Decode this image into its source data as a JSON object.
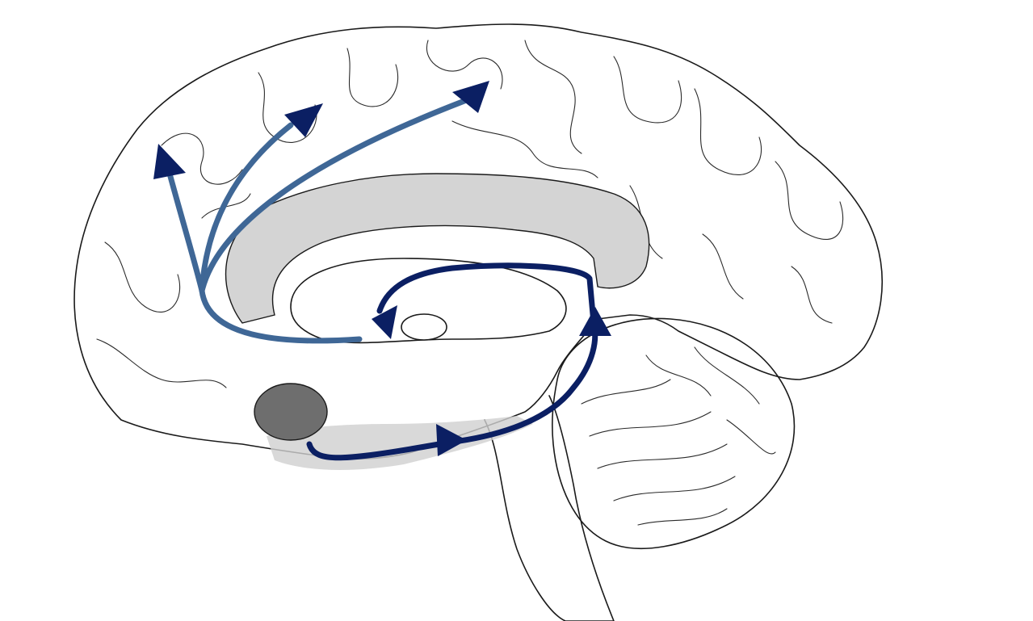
{
  "colors": {
    "background": "#ffffff",
    "outline": "#1a1a1a",
    "corpus_callosum_fill": "#d4d4d4",
    "shaded_region": "#cfcfcf",
    "amygdala_fill": "#6e6e6e",
    "pathway_light": "#3f6796",
    "pathway_dark": "#0b1f63"
  },
  "pathways": [
    {
      "name": "projection-to-frontal-pole",
      "color_key": "pathway_light"
    },
    {
      "name": "projection-to-superior-frontal",
      "color_key": "pathway_light"
    },
    {
      "name": "projection-to-cingulate-parietal",
      "color_key": "pathway_light"
    },
    {
      "name": "loop-circuit",
      "color_key": "pathway_dark"
    }
  ]
}
